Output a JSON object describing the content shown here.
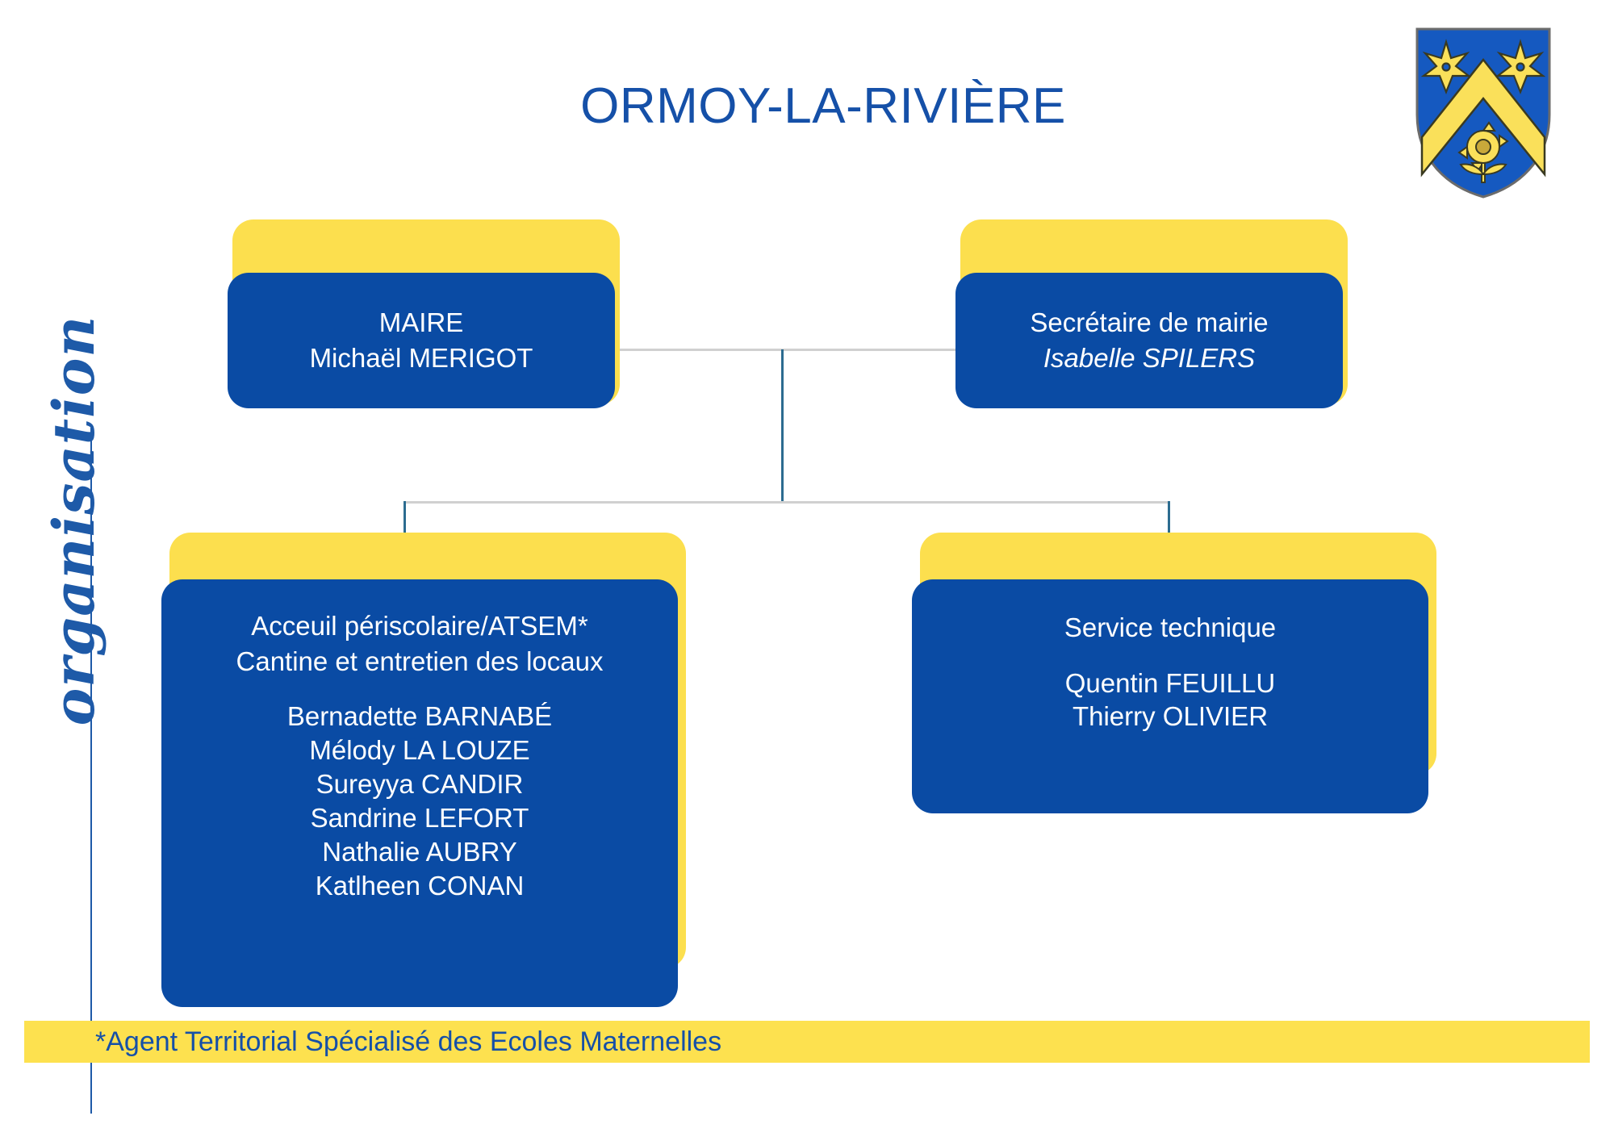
{
  "header": {
    "title": "ORMOY-LA-RIVIÈRE",
    "title_color": "#1550A8",
    "crest_name": "coat-of-arms-ormoy-la-riviere"
  },
  "side": {
    "label": "organisation"
  },
  "colors": {
    "blue": "#0A4BA4",
    "yellow": "#FDE14F",
    "title_blue": "#1550A8",
    "connector_gray": "#D0D0D0",
    "connector_blue": "#2C6C90"
  },
  "org_chart": {
    "mayor": {
      "role": "MAIRE",
      "person": "Michaël MERIGOT"
    },
    "secretary": {
      "role": "Secrétaire de mairie",
      "person": "Isabelle SPILERS"
    },
    "periscolaire": {
      "role_line_1": "Acceuil périscolaire/ATSEM*",
      "role_line_2": "Cantine et entretien des locaux",
      "staff": [
        "Bernadette BARNABÉ",
        "Mélody LA LOUZE",
        "Sureyya CANDIR",
        "Sandrine LEFORT",
        "Nathalie AUBRY",
        "Katlheen CONAN"
      ]
    },
    "technique": {
      "role": "Service technique",
      "staff": [
        "Quentin  FEUILLU",
        "Thierry OLIVIER"
      ]
    }
  },
  "footer": {
    "note": "*Agent Territorial Spécialisé des Ecoles Maternelles"
  }
}
